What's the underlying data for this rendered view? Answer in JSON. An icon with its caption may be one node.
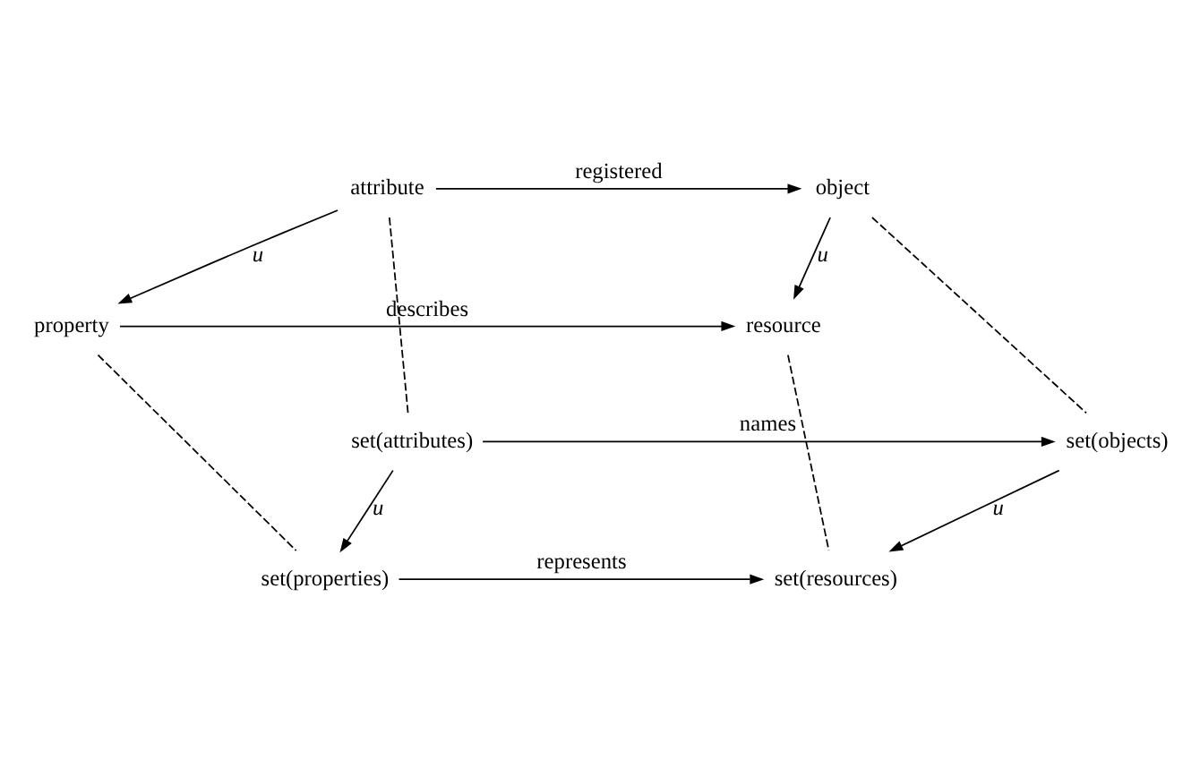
{
  "diagram": {
    "nodes": [
      {
        "text": [
          "attribute"
        ]
      },
      {
        "text": [
          "object"
        ]
      },
      {
        "text": [
          "property"
        ]
      },
      {
        "text": [
          "resource"
        ]
      },
      {
        "text": [
          "set(attributes)"
        ]
      },
      {
        "text": [
          "set(objects)"
        ]
      },
      {
        "text": [
          "set(properties)"
        ]
      },
      {
        "text": [
          "set(resources)"
        ]
      }
    ],
    "edges": [
      {
        "from": 0,
        "to": 1,
        "arrow": "to",
        "label": "registered"
      },
      {
        "from": 0,
        "to": 2,
        "arrow": "to",
        "label": "u"
      },
      {
        "from": 1,
        "to": 3,
        "arrow": "to",
        "label": "u"
      },
      {
        "from": 2,
        "to": 3,
        "arrow": "to",
        "label": "describes"
      },
      {
        "from": 0,
        "to": 4,
        "arrow": "none",
        "style": "dashed"
      },
      {
        "from": 1,
        "to": 5,
        "arrow": "none",
        "style": "dashed"
      },
      {
        "from": 2,
        "to": 6,
        "arrow": "none",
        "style": "dashed"
      },
      {
        "from": 3,
        "to": 7,
        "arrow": "none",
        "style": "dashed"
      },
      {
        "from": 4,
        "to": 5,
        "arrow": "to",
        "label": "names"
      },
      {
        "from": 4,
        "to": 6,
        "arrow": "to",
        "label": "u"
      },
      {
        "from": 5,
        "to": 7,
        "arrow": "to",
        "label": "u"
      },
      {
        "from": 6,
        "to": 7,
        "arrow": "to",
        "label": "represents"
      }
    ]
  }
}
